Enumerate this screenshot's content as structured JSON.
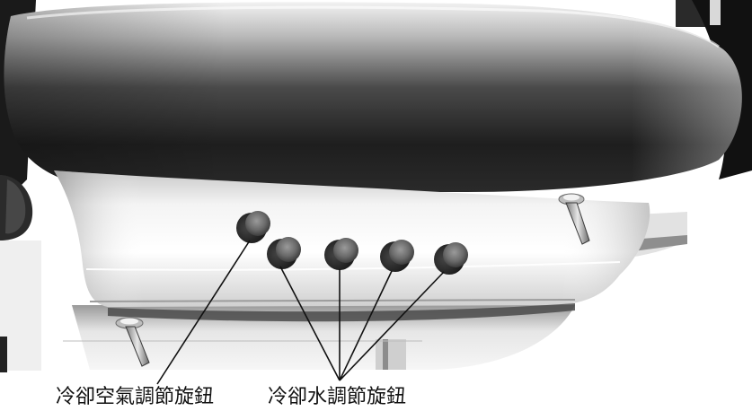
{
  "labels": {
    "air_cooling_knob": "冷卻空氣調節旋鈕",
    "water_cooling_knobs": "冷卻水調節旋鈕"
  },
  "knob_counts": {
    "air_cooling": 1,
    "water_cooling": 4
  },
  "colors": {
    "background": "#ffffff",
    "leader_line": "#111111",
    "label_text": "#111111",
    "knob_body": "#3a3a3a",
    "knob_face": "#6e6e6e"
  }
}
